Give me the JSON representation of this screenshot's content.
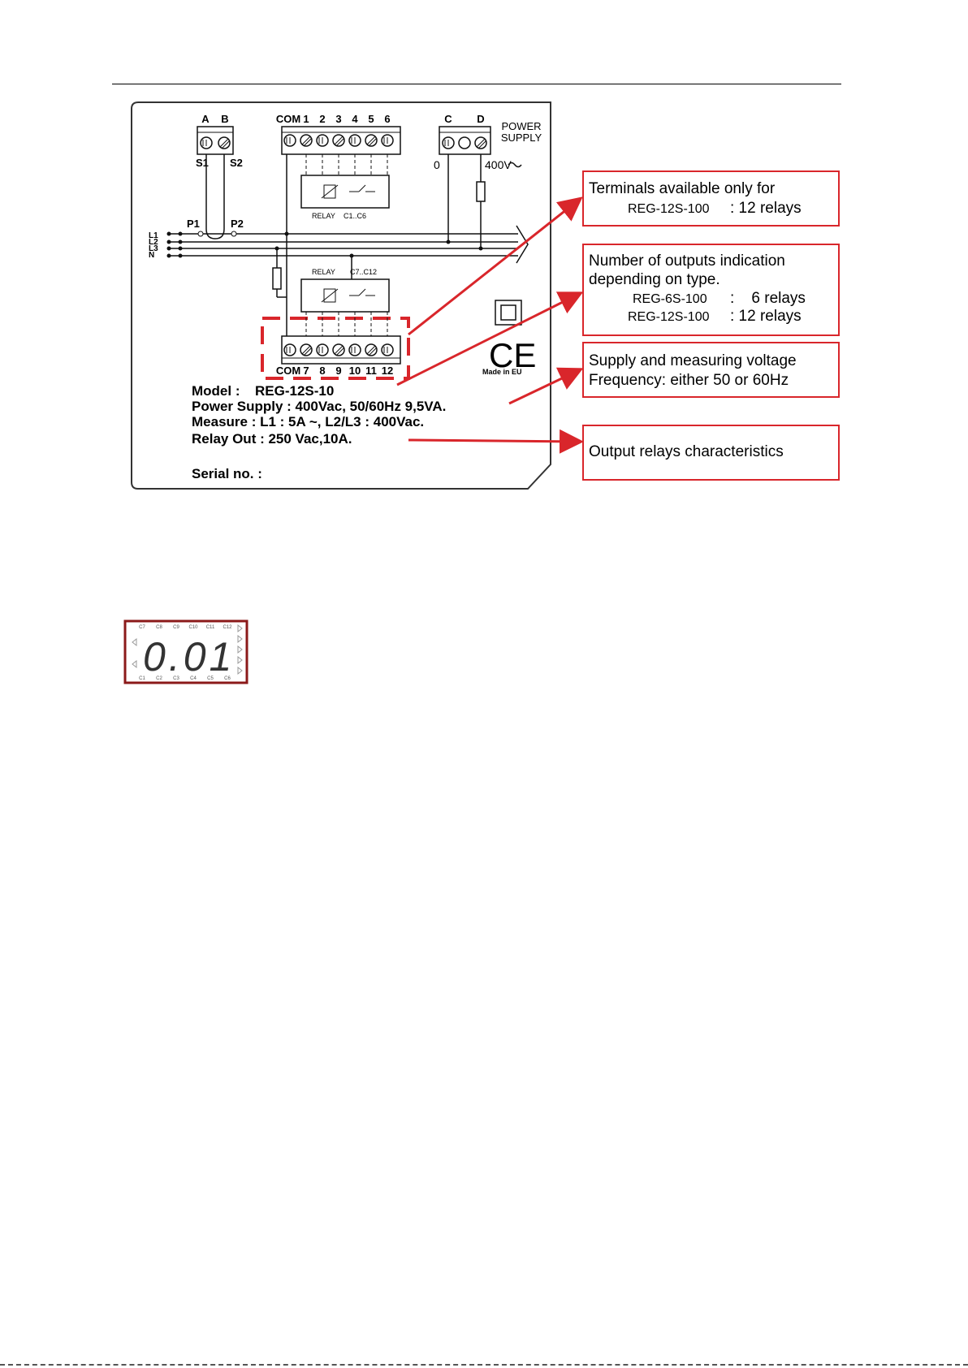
{
  "diagram": {
    "terminals_ab": {
      "a": "A",
      "b": "B",
      "s1": "S1",
      "s2": "S2"
    },
    "terminals_top": [
      "COM",
      "1",
      "2",
      "3",
      "4",
      "5",
      "6"
    ],
    "terminals_power": {
      "c": "C",
      "d": "D",
      "title_line1": "POWER",
      "title_line2": "SUPPLY",
      "zero": "0",
      "voltage": "400V"
    },
    "relay_top": {
      "label": "RELAY",
      "range": "C1..C6"
    },
    "relay_bottom": {
      "label": "RELAY",
      "range": "C7..C12"
    },
    "lines": [
      "L1",
      "L2",
      "L3",
      "N"
    ],
    "p1": "P1",
    "p2": "P2",
    "terminals_bottom": [
      "COM",
      "7",
      "8",
      "9",
      "10",
      "11",
      "12"
    ],
    "ce_mark": "CE",
    "made_in": "Made in EU",
    "spec": {
      "model_label": "Model :",
      "model_value": "REG-12S-10",
      "power_supply": "Power Supply : 400Vac, 50/60Hz 9,5VA.",
      "measure": "Measure : L1 : 5A ~, L2/L3 : 400Vac.",
      "relay_out": "Relay Out : 250 Vac,10A.",
      "serial": "Serial no. :"
    }
  },
  "callouts": {
    "terminals": {
      "line1": "Terminals available only for",
      "model": "REG-12S-100",
      "value": ": 12 relays"
    },
    "outputs": {
      "line1": "Number of outputs indication",
      "line2": "depending on type.",
      "model1": "REG-6S-100",
      "value1": ":    6 relays",
      "model2": "REG-12S-100",
      "value2": ": 12 relays"
    },
    "supply": {
      "line1": "Supply and measuring voltage",
      "line2": "Frequency: either 50 or 60Hz"
    },
    "relays": {
      "line1": "Output relays characteristics"
    }
  },
  "display": {
    "top_labels": [
      "C7",
      "C8",
      "C9",
      "C10",
      "C11",
      "C12"
    ],
    "bottom_labels": [
      "C1",
      "C2",
      "C3",
      "C4",
      "C5",
      "C6"
    ],
    "digits": "0.01"
  },
  "colors": {
    "callout": "#d9262b",
    "display_border": "#8b1a1a",
    "line": "#111111"
  }
}
